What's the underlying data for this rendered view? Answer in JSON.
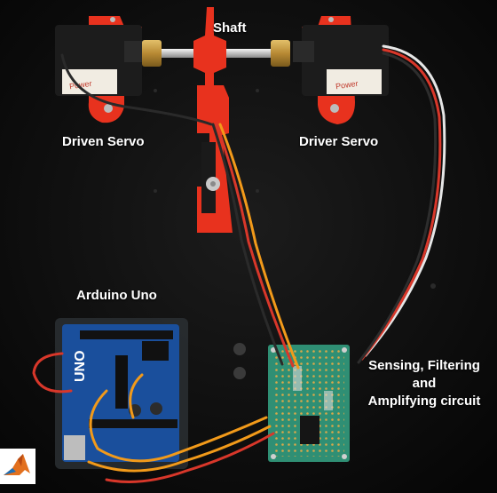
{
  "labels": {
    "shaft": "Shaft",
    "driven_servo": "Driven Servo",
    "driver_servo": "Driver Servo",
    "arduino_uno": "Arduino Uno",
    "sensing_line1": "Sensing, Filtering",
    "sensing_line2": "and",
    "sensing_line3": "Amplifying circuit"
  },
  "colors": {
    "background": "#0c0c0c",
    "bracket_red": "#e8321e",
    "servo_black": "#1c1c1c",
    "arduino_blue": "#1a4f9c",
    "perfboard_green": "#2f8f74",
    "wire_orange": "#f29a1a",
    "wire_red": "#d8372a",
    "wire_white": "#e6e6e6",
    "label_text": "#ffffff"
  },
  "icons": {
    "corner_logo": "matlab-logo-icon"
  }
}
